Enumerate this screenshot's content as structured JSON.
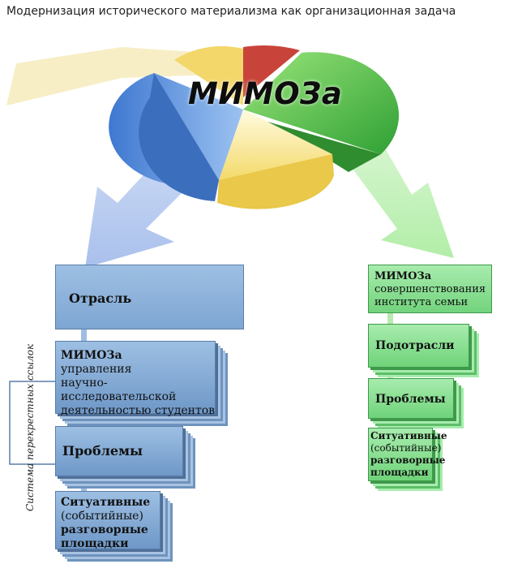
{
  "title": "Модернизация исторического материализма как организационная задача",
  "center_label": "МИМОЗа",
  "left": {
    "industry": "Отрасль",
    "mimoza_title": "МИМОЗа",
    "mimoza_lines": [
      "управления",
      "научно-исследовательской",
      "деятельностью студентов"
    ],
    "problems": "Проблемы",
    "situational": [
      "Ситуативные",
      "(событийные)",
      "разговорные",
      "площадки"
    ]
  },
  "right": {
    "mimoza_title": "МИМОЗа",
    "mimoza_lines": [
      "совершенствования",
      "института семьи"
    ],
    "subindustries": "Подотрасли",
    "problems": "Проблемы",
    "situational": [
      "Ситуативные",
      "(событийные)",
      "разговорные",
      "площадки"
    ]
  },
  "side_label": "Система перекрестных ссылок",
  "colors": {
    "blue": "#7ea6d3",
    "green": "#72d37c",
    "yellow": "#f6e27a",
    "red": "#c8443a"
  }
}
